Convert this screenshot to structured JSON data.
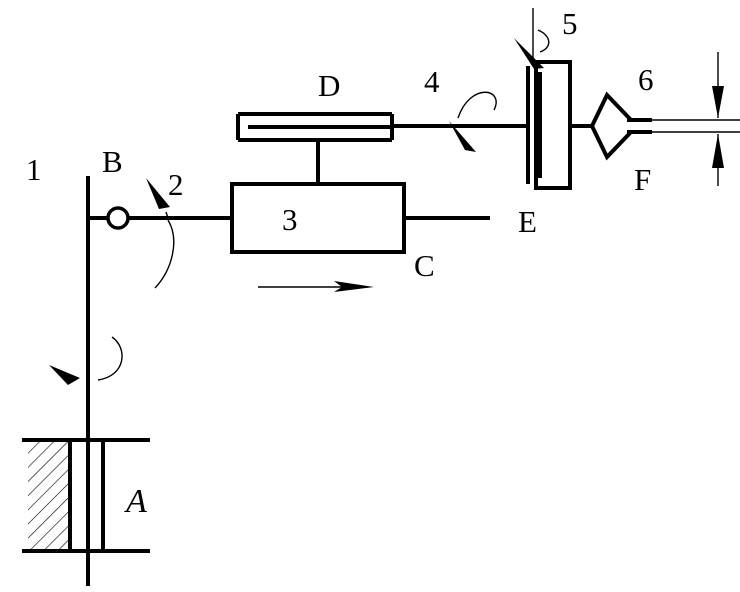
{
  "labels": {
    "link_1": "1",
    "joint_B": "B",
    "joint_2": "2",
    "link_3": "3",
    "point_C": "C",
    "link_D": "D",
    "joint_4": "4",
    "point_E": "E",
    "joint_5": "5",
    "joint_6": "6",
    "gripper_F": "F",
    "base_A": "A"
  },
  "colors": {
    "stroke": "#000000",
    "background": "#ffffff"
  }
}
